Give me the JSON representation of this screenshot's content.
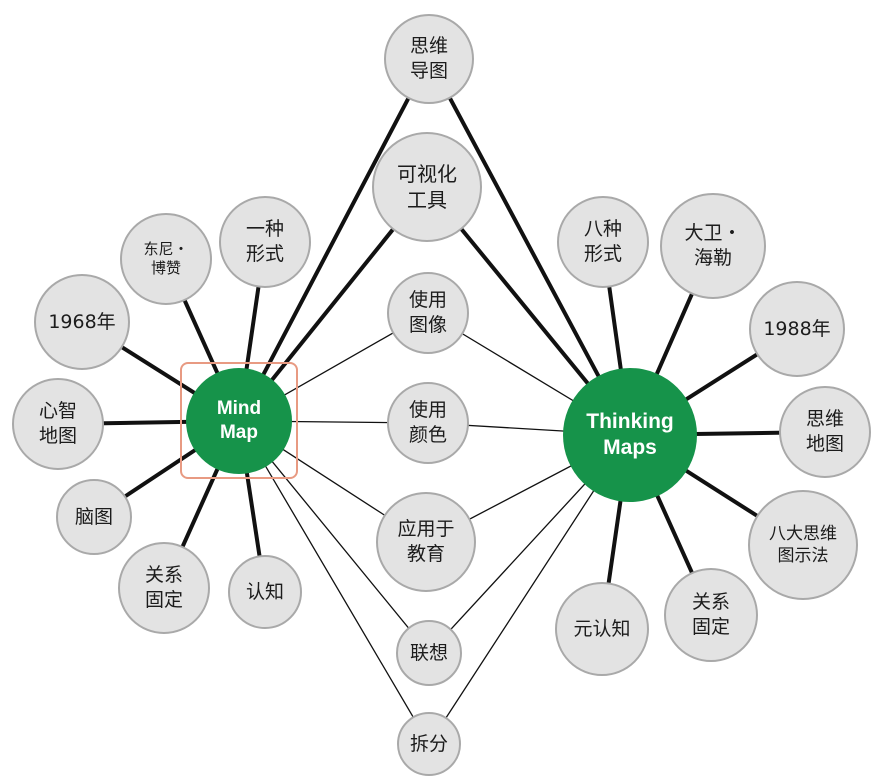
{
  "diagram": {
    "colors": {
      "hub_fill": "#16934a",
      "hub_text": "#ffffff",
      "node_fill": "#e3e3e3",
      "node_border": "#a9a9a9",
      "link": "#111111",
      "highlight": "#e89a82"
    },
    "hubs": {
      "mind_map": "Mind\nMap",
      "thinking_maps": "Thinking\nMaps"
    },
    "mind_map_nodes": {
      "tony_buzan": "东尼・\n博赞",
      "a_form": "一种\n形式",
      "year_1968": "1968年",
      "mind_map_cn": "心智\n地图",
      "brain_map": "脑图",
      "fixed_relations": "关系\n固定",
      "cognition": "认知"
    },
    "shared_nodes": {
      "mind_mapping": "思维\n导图",
      "visual_tool": "可视化\n工具",
      "use_images": "使用\n图像",
      "use_colors": "使用\n颜色",
      "education": "应用于\n教育",
      "association": "联想",
      "decompose": "拆分"
    },
    "thinking_maps_nodes": {
      "eight_forms": "八种\n形式",
      "david": "大卫・\n海勒",
      "year_1988": "1988年",
      "thinking_map_cn": "思维\n地图",
      "eight_methods": "八大思维\n图示法",
      "fixed_relations": "关系\n固定",
      "metacognition": "元认知"
    }
  }
}
